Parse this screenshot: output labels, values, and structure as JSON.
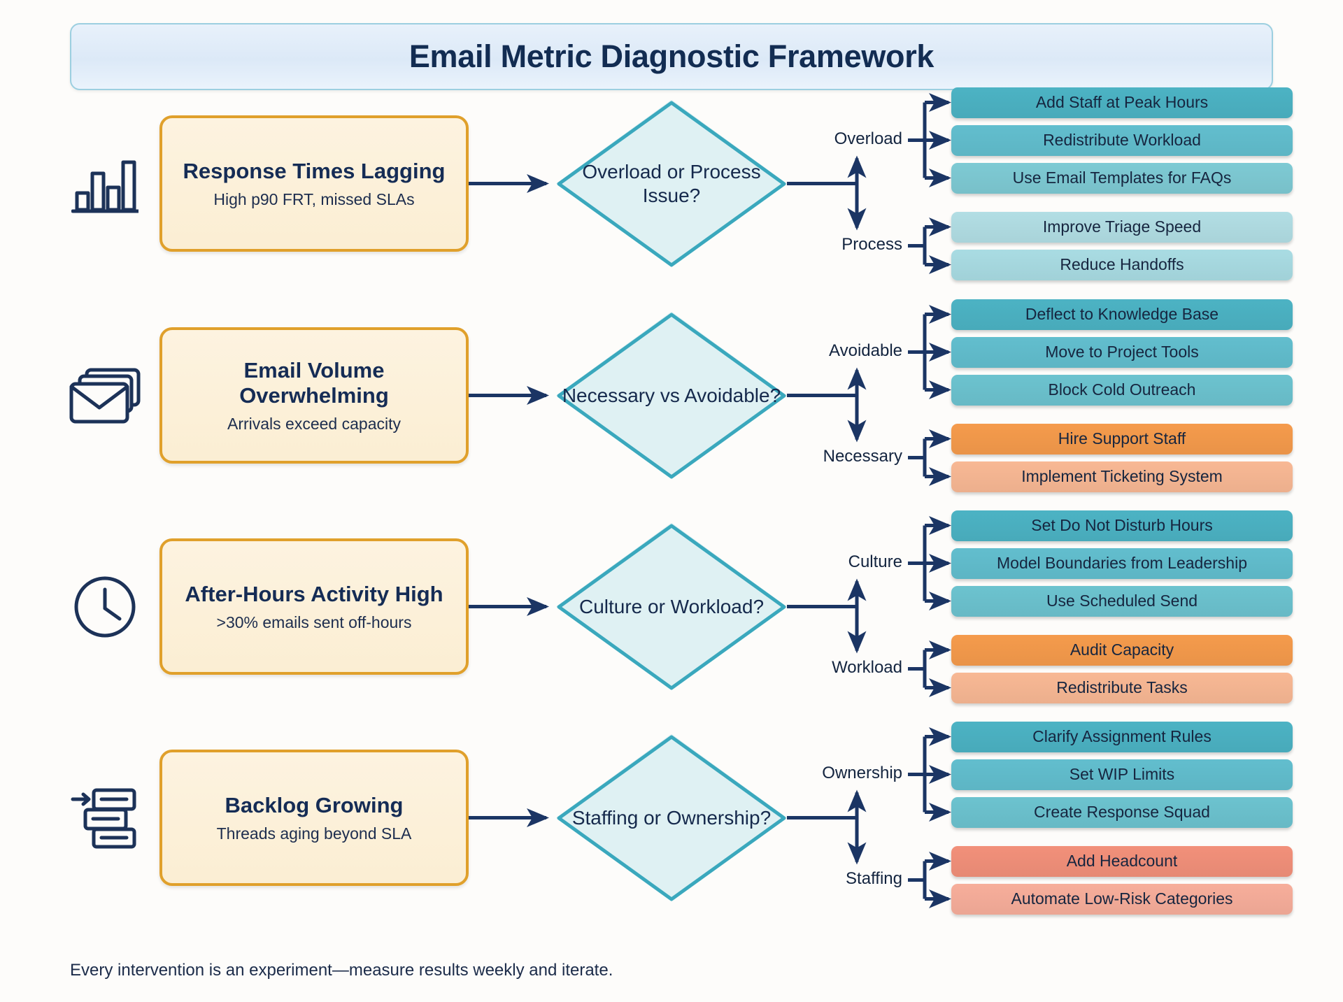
{
  "header": {
    "title": "Email Metric Diagnostic Framework"
  },
  "footer": {
    "note": "Every intervention is an experiment—measure results weekly and iterate."
  },
  "colors": {
    "title_text": "#122c52",
    "banner_bg": "#e4eefa",
    "banner_border": "#9ccfe0",
    "problem_border": "#e0a02b",
    "problem_fill": "#fbeed3",
    "diamond_fill": "#dff1f3",
    "diamond_border": "#3aa8bd",
    "arrow": "#1b3564",
    "teal_dark": "#4cb3c4",
    "teal_mid": "#6cc3cf",
    "teal_light": "#a9dce3",
    "teal_pale": "#bfe5ea",
    "orange_dark": "#f59b4c",
    "orange_light": "#f8b894",
    "orange_pale": "#fac5ab",
    "salmon": "#f2907a",
    "salmon_light": "#f7ae9b",
    "icon_stroke": "#1c3258"
  },
  "rows": [
    {
      "icon": "bar-chart-icon",
      "problem": {
        "title": "Response Times Lagging",
        "subtitle": "High p90 FRT, missed SLAs"
      },
      "decision": "Overload or Process Issue?",
      "branches": [
        {
          "label": "Overload",
          "actions": [
            {
              "label": "Add Staff at Peak Hours",
              "color": "#4cb3c4"
            },
            {
              "label": "Redistribute Workload",
              "color": "#62bece"
            },
            {
              "label": "Use Email Templates for FAQs",
              "color": "#7ecad4"
            }
          ]
        },
        {
          "label": "Process",
          "actions": [
            {
              "label": "Improve Triage Speed",
              "color": "#b2dee4"
            },
            {
              "label": "Reduce Handoffs",
              "color": "#a9dce3"
            }
          ]
        }
      ]
    },
    {
      "icon": "envelope-stack-icon",
      "problem": {
        "title": "Email Volume Overwhelming",
        "subtitle": "Arrivals exceed capacity"
      },
      "decision": "Necessary vs Avoidable?",
      "branches": [
        {
          "label": "Avoidable",
          "actions": [
            {
              "label": "Deflect to Knowledge Base",
              "color": "#4cb3c4"
            },
            {
              "label": "Move to Project Tools",
              "color": "#62bece"
            },
            {
              "label": "Block Cold Outreach",
              "color": "#6cc3cf"
            }
          ]
        },
        {
          "label": "Necessary",
          "actions": [
            {
              "label": "Hire Support Staff",
              "color": "#f59b4c"
            },
            {
              "label": "Implement Ticketing System",
              "color": "#f8b894"
            }
          ]
        }
      ]
    },
    {
      "icon": "clock-icon",
      "problem": {
        "title": "After-Hours Activity High",
        "subtitle": ">30% emails sent off-hours"
      },
      "decision": "Culture or Workload?",
      "branches": [
        {
          "label": "Culture",
          "actions": [
            {
              "label": "Set Do Not Disturb Hours",
              "color": "#4cb3c4"
            },
            {
              "label": "Model Boundaries from Leadership",
              "color": "#62bece"
            },
            {
              "label": "Use Scheduled Send",
              "color": "#6cc3cf"
            }
          ]
        },
        {
          "label": "Workload",
          "actions": [
            {
              "label": "Audit Capacity",
              "color": "#f59b4c"
            },
            {
              "label": "Redistribute Tasks",
              "color": "#f8b894"
            }
          ]
        }
      ]
    },
    {
      "icon": "backlog-stack-icon",
      "problem": {
        "title": "Backlog Growing",
        "subtitle": "Threads aging beyond SLA"
      },
      "decision": "Staffing or Ownership?",
      "branches": [
        {
          "label": "Ownership",
          "actions": [
            {
              "label": "Clarify Assignment Rules",
              "color": "#4cb3c4"
            },
            {
              "label": "Set WIP Limits",
              "color": "#62bece"
            },
            {
              "label": "Create Response Squad",
              "color": "#6cc3cf"
            }
          ]
        },
        {
          "label": "Staffing",
          "actions": [
            {
              "label": "Add Headcount",
              "color": "#f2907a"
            },
            {
              "label": "Automate Low-Risk Categories",
              "color": "#f7ae9b"
            }
          ]
        }
      ]
    }
  ]
}
